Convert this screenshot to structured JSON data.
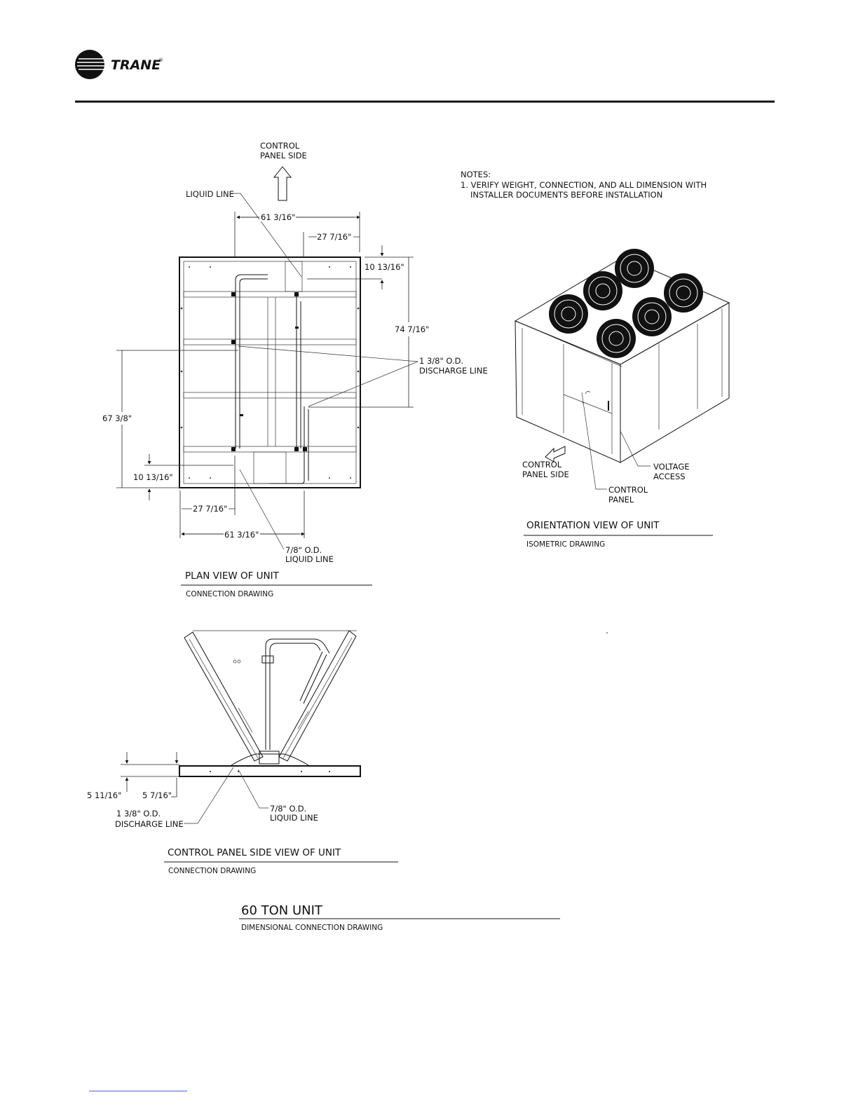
{
  "header": {
    "brand": "TRANE",
    "brand_mark": "®"
  },
  "notes": {
    "heading": "NOTES:",
    "line1": "1. VERIFY WEIGHT, CONNECTION, AND ALL DIMENSION  WITH",
    "line2": "INSTALLER  DOCUMENTS  BEFORE INSTALLATION"
  },
  "plan_view": {
    "control_side_line1": "CONTROL",
    "control_side_line2": "PANEL SIDE",
    "liquid_line": "LIQUID LINE",
    "dim_top_61": "61 3/16\"",
    "dim_top_27": "27 7/16\"",
    "dim_right_10": "10 13/16\"",
    "dim_right_74": "74 7/16\"",
    "discharge_line1": "1 3/8\" O.D.",
    "discharge_line2": "DISCHARGE LINE",
    "dim_left_67": "67 3/8\"",
    "dim_left_10": "10 13/16\"",
    "dim_bottom_27": "27 7/16\"",
    "dim_bottom_61": "61 3/16\"",
    "liquid_od_line1": "7/8\" O.D.",
    "liquid_od_line2": "LIQUID LINE",
    "title": "PLAN VIEW OF UNIT",
    "subtitle": "CONNECTION DRAWING"
  },
  "iso_view": {
    "control_side_line1": "CONTROL",
    "control_side_line2": "PANEL SIDE",
    "voltage_line1": "VOLTAGE",
    "voltage_line2": "ACCESS",
    "control_panel_line1": "CONTROL",
    "control_panel_line2": "PANEL",
    "title": "ORIENTATION VIEW OF UNIT",
    "subtitle": "ISOMETRIC DRAWING"
  },
  "side_view": {
    "dim_511": "5 11/16\"",
    "dim_57": "5 7/16\"",
    "discharge_line1": "1 3/8\" O.D.",
    "discharge_line2": "DISCHARGE LINE",
    "liquid_line1": "7/8\" O.D.",
    "liquid_line2": "LIQUID LINE",
    "title": "CONTROL PANEL SIDE VIEW OF UNIT",
    "subtitle": "CONNECTION DRAWING"
  },
  "main_title": {
    "title": "60 TON UNIT",
    "subtitle": "DIMENSIONAL CONNECTION DRAWING"
  },
  "colors": {
    "ink": "#111111",
    "footer_link": "#3b5bdb"
  }
}
